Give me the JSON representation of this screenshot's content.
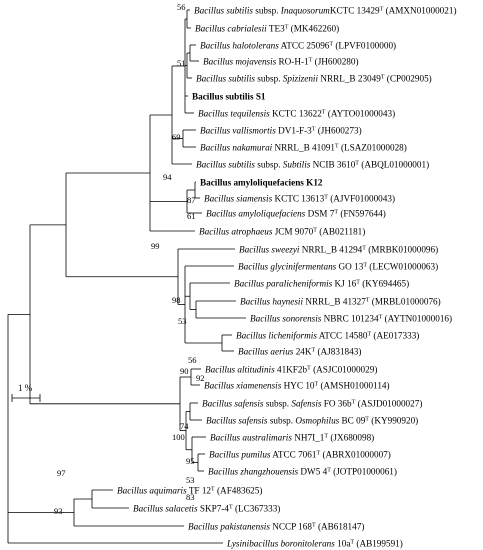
{
  "tree": {
    "scale_label": "1 %",
    "taxa": [
      {
        "italic": "Bacillus subtilis",
        "rest": " subsp. ",
        "italic2": "Inaquosorum",
        "strain": "KCTC 13429",
        "sup": "T",
        "acc": " (AMXN01000021)",
        "bold": false
      },
      {
        "italic": "Bacillus cabrialesii",
        "strain": " TE3",
        "sup": "T",
        "acc": " (MK462260)",
        "bold": false
      },
      {
        "italic": "Bacillus halotolerans",
        "strain": " ATCC 25096",
        "sup": "T",
        "acc": " (LPVF0100000)",
        "bold": false
      },
      {
        "italic": "Bacillus mojavensis",
        "strain": " RO-H-1",
        "sup": "T",
        "acc": " (JH600280)",
        "bold": false
      },
      {
        "italic": "Bacillus subtilis",
        "rest": " subsp. ",
        "italic2": "Spizizenii",
        "strain": " NRRL_B 23049",
        "sup": "T",
        "acc": " (CP002905)",
        "bold": false
      },
      {
        "label": "Bacillus subtilis S1",
        "bold": true
      },
      {
        "italic": "Bacillus tequilensis",
        "strain": " KCTC 13622",
        "sup": "T",
        "acc": " (AYTO01000043)",
        "bold": false
      },
      {
        "italic": "Bacillus vallismortis",
        "strain": " DV1-F-3",
        "sup": "T",
        "acc": " (JH600273)",
        "bold": false
      },
      {
        "italic": "Bacillus nakamurai",
        "strain": " NRRL_B 41091",
        "sup": "T",
        "acc": " (LSAZ01000028)",
        "bold": false
      },
      {
        "italic": "Bacillus subtilis",
        "rest": " subsp. ",
        "italic2": "Subtilis",
        "strain": " NCIB 3610",
        "sup": "T",
        "acc": " (ABQL01000001)",
        "bold": false
      },
      {
        "label": "Bacillus amyloliquefaciens K12",
        "bold": true
      },
      {
        "italic": "Bacillus siamensis",
        "strain": " KCTC 13613",
        "sup": "T",
        "acc": " (AJVF01000043)",
        "bold": false
      },
      {
        "italic": "Bacillus amyloliquefaciens",
        "strain": " DSM 7",
        "sup": "T",
        "acc": " (FN597644)",
        "bold": false
      },
      {
        "italic": "Bacillus atrophaeus",
        "strain": " JCM 9070",
        "sup": "T",
        "acc": " (AB021181)",
        "bold": false
      },
      {
        "italic": "Bacillus sweezyi",
        "strain": " NRRL_B 41294",
        "sup": "T",
        "acc": " (MRBK01000096)",
        "bold": false
      },
      {
        "italic": "Bacillus glycinifermentans",
        "strain": " GO 13",
        "sup": "T",
        "acc": " (LECW01000063)",
        "bold": false
      },
      {
        "italic": "Bacillus paralicheniformis",
        "strain": " KJ 16",
        "sup": "T",
        "acc": " (KY694465)",
        "bold": false
      },
      {
        "italic": "Bacillus haynesii",
        "strain": " NRRL_B 41327",
        "sup": "T",
        "acc": " (MRBL01000076)",
        "bold": false
      },
      {
        "italic": "Bacillus sonorensis",
        "strain": " NBRC 101234",
        "sup": "T",
        "acc": " (AYTN01000016)",
        "bold": false
      },
      {
        "italic": "Bacillus licheniformis",
        "strain": " ATCC 14580",
        "sup": "T",
        "acc": " (AE017333)",
        "bold": false
      },
      {
        "italic": "Bacillus aerius",
        "strain": " 24K",
        "sup": "T",
        "acc": " (AJ831843)",
        "bold": false
      },
      {
        "italic": "Bacillus altitudinis",
        "strain": " 41KF2b",
        "sup": "T",
        "acc": " (ASJC01000029)",
        "bold": false
      },
      {
        "italic": "Bacillus xiamenensis",
        "strain": " HYC 10",
        "sup": "T",
        "acc": " (AMSH01000114)",
        "bold": false
      },
      {
        "italic": "Bacillus safensis",
        "rest": " subsp. ",
        "italic2": "Safensis",
        "strain": " FO 36b",
        "sup": "T",
        "acc": " (ASJD01000027)",
        "bold": false
      },
      {
        "italic": "Bacillus safensis",
        "rest": " subsp. ",
        "italic2": "Osmophilus",
        "strain": " BC 09",
        "sup": "T",
        "acc": " (KY990920)",
        "bold": false
      },
      {
        "italic": "Bacillus australimaris",
        "strain": " NH7I_1",
        "sup": "T",
        "acc": " (JX680098)",
        "bold": false
      },
      {
        "italic": "Bacillus pumilus",
        "strain": " ATCC 7061",
        "sup": "T",
        "acc": " (ABRX01000007)",
        "bold": false
      },
      {
        "italic": "Bacillus zhangzhouensis",
        "strain": " DW5 4",
        "sup": "T",
        "acc": " (JOTP01000061)",
        "bold": false
      },
      {
        "italic": "Bacillus aquimaris",
        "strain": " TF 12",
        "sup": "T",
        "acc": " (AF483625)",
        "bold": false
      },
      {
        "italic": "Bacillus salacetis",
        "strain": " SKP7-4",
        "sup": "T",
        "acc": " (LC367333)",
        "bold": false
      },
      {
        "italic": "Bacillus pakistanensis",
        "strain": " NCCP 168",
        "sup": "T",
        "acc": " (AB618147)",
        "bold": false
      },
      {
        "italic": "Lysinibacillus boronitolerans",
        "strain": " 10a",
        "sup": "T",
        "acc": " (AB199591)",
        "bold": false
      }
    ],
    "bootstrap": [
      "56",
      "51",
      "69",
      "94",
      "87",
      "61",
      "99",
      "98",
      "53",
      "56",
      "92",
      "97",
      "90",
      "74",
      "100",
      "95",
      "53",
      "83",
      "93"
    ]
  }
}
